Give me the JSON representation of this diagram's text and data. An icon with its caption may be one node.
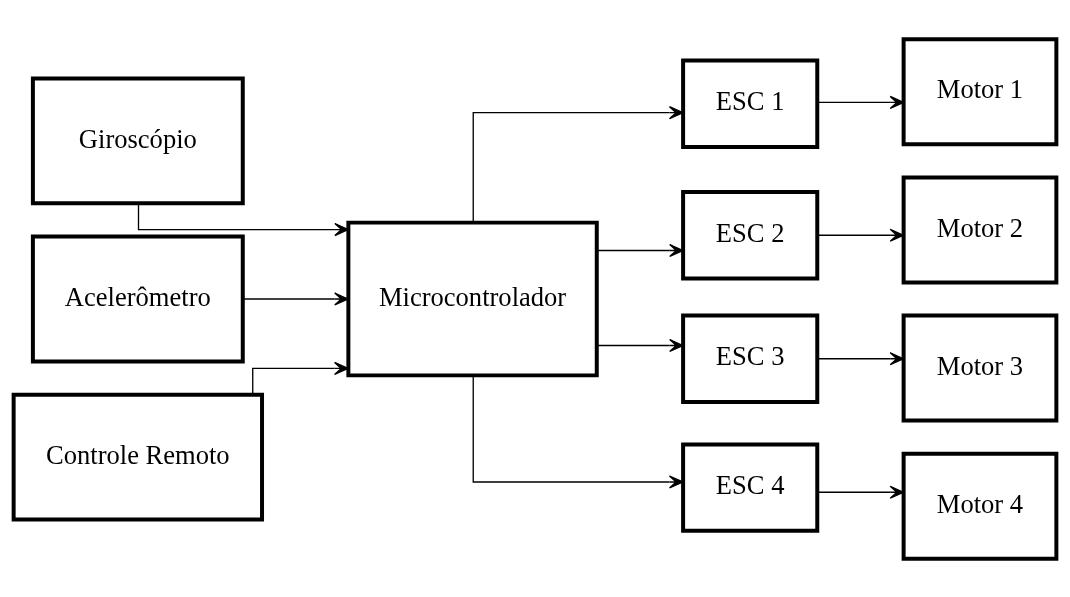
{
  "diagram": {
    "nodes": [
      {
        "text": [
          "Giroscópio"
        ]
      },
      {
        "text": [
          "Acelerômetro"
        ]
      },
      {
        "text": [
          "Microcontrolador"
        ]
      },
      {
        "text": [
          "Controle Remoto"
        ]
      },
      {
        "text": [
          "ESC 1"
        ]
      },
      {
        "text": [
          "Motor 1"
        ]
      },
      {
        "text": [
          "ESC 2"
        ]
      },
      {
        "text": [
          "Motor 2"
        ]
      },
      {
        "text": [
          "ESC 3"
        ]
      },
      {
        "text": [
          "Motor 3"
        ]
      },
      {
        "text": [
          "ESC 4"
        ]
      },
      {
        "text": [
          "Motor 4"
        ]
      }
    ],
    "edges": [
      {
        "from": 0,
        "to": 2,
        "arrow": "to"
      },
      {
        "from": 1,
        "to": 2,
        "arrow": "to"
      },
      {
        "from": 3,
        "to": 2,
        "arrow": "to"
      },
      {
        "from": 2,
        "to": 4,
        "arrow": "to"
      },
      {
        "from": 2,
        "to": 6,
        "arrow": "to"
      },
      {
        "from": 2,
        "to": 8,
        "arrow": "to"
      },
      {
        "from": 2,
        "to": 10,
        "arrow": "to"
      },
      {
        "from": 4,
        "to": 5,
        "arrow": "to"
      },
      {
        "from": 6,
        "to": 7,
        "arrow": "to"
      },
      {
        "from": 8,
        "to": 9,
        "arrow": "to"
      },
      {
        "from": 10,
        "to": 11,
        "arrow": "to"
      }
    ]
  }
}
